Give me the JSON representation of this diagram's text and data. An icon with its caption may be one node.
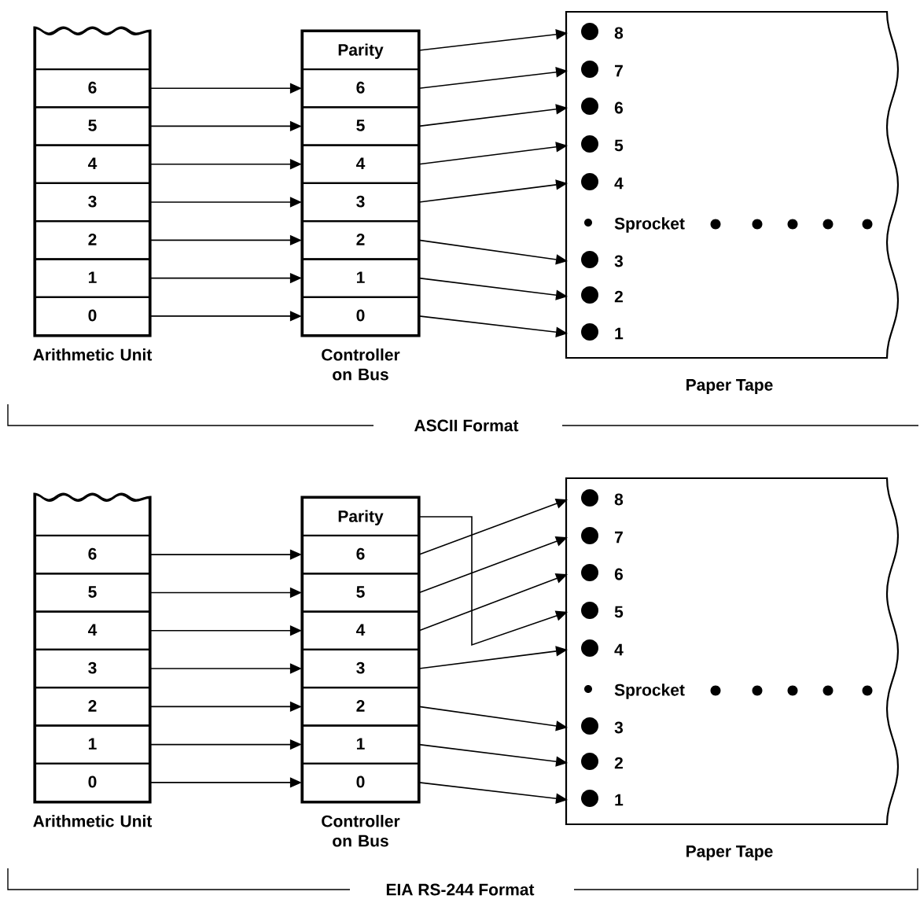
{
  "diagram": {
    "nodes": [
      {
        "text": [
          "Arithmetic Unit"
        ]
      },
      {
        "text": [],
        "shape": "box",
        "in": 0
      },
      {
        "text": [
          "6"
        ],
        "in": 0
      },
      {
        "text": [
          "5"
        ],
        "in": 0
      },
      {
        "text": [
          "4"
        ],
        "in": 0
      },
      {
        "text": [
          "3"
        ],
        "in": 0
      },
      {
        "text": [
          "2"
        ],
        "in": 0
      },
      {
        "text": [
          "1"
        ],
        "in": 0
      },
      {
        "text": [
          "0"
        ],
        "in": 0
      },
      {
        "text": [
          "Controller on Bus"
        ]
      },
      {
        "text": [
          "Parity"
        ],
        "in": 9
      },
      {
        "text": [
          "6"
        ],
        "in": 9
      },
      {
        "text": [
          "5"
        ],
        "in": 9
      },
      {
        "text": [
          "4"
        ],
        "in": 9
      },
      {
        "text": [
          "3"
        ],
        "in": 9
      },
      {
        "text": [
          "2"
        ],
        "in": 9
      },
      {
        "text": [
          "1"
        ],
        "in": 9
      },
      {
        "text": [
          "0"
        ],
        "in": 9
      },
      {
        "text": [
          "Paper Tape"
        ]
      },
      {
        "text": [
          "8"
        ],
        "in": 18
      },
      {
        "text": [
          "7"
        ],
        "in": 18
      },
      {
        "text": [
          "6"
        ],
        "in": 18
      },
      {
        "text": [
          "5"
        ],
        "in": 18
      },
      {
        "text": [
          "4"
        ],
        "in": 18
      },
      {
        "text": [
          "Sprocket"
        ],
        "in": 18
      },
      {
        "text": [
          "3"
        ],
        "in": 18
      },
      {
        "text": [
          "2"
        ],
        "in": 18
      },
      {
        "text": [
          "1"
        ],
        "in": 18
      },
      {
        "text": [
          "Arithmetic Unit"
        ]
      },
      {
        "text": [],
        "shape": "box",
        "in": 28
      },
      {
        "text": [
          "6"
        ],
        "in": 28
      },
      {
        "text": [
          "5"
        ],
        "in": 28
      },
      {
        "text": [
          "4"
        ],
        "in": 28
      },
      {
        "text": [
          "3"
        ],
        "in": 28
      },
      {
        "text": [
          "2"
        ],
        "in": 28
      },
      {
        "text": [
          "1"
        ],
        "in": 28
      },
      {
        "text": [
          "0"
        ],
        "in": 28
      },
      {
        "text": [
          "Controller on Bus"
        ]
      },
      {
        "text": [
          "Parity"
        ],
        "in": 37
      },
      {
        "text": [
          "6"
        ],
        "in": 37
      },
      {
        "text": [
          "5"
        ],
        "in": 37
      },
      {
        "text": [
          "4"
        ],
        "in": 37
      },
      {
        "text": [
          "3"
        ],
        "in": 37
      },
      {
        "text": [
          "2"
        ],
        "in": 37
      },
      {
        "text": [
          "1"
        ],
        "in": 37
      },
      {
        "text": [
          "0"
        ],
        "in": 37
      },
      {
        "text": [
          "Paper Tape"
        ]
      },
      {
        "text": [
          "8"
        ],
        "in": 46
      },
      {
        "text": [
          "7"
        ],
        "in": 46
      },
      {
        "text": [
          "6"
        ],
        "in": 46
      },
      {
        "text": [
          "5"
        ],
        "in": 46
      },
      {
        "text": [
          "4"
        ],
        "in": 46
      },
      {
        "text": [
          "Sprocket"
        ],
        "in": 46
      },
      {
        "text": [
          "3"
        ],
        "in": 46
      },
      {
        "text": [
          "2"
        ],
        "in": 46
      },
      {
        "text": [
          "1"
        ],
        "in": 46
      }
    ],
    "edges": [
      {
        "from": 2,
        "to": 11,
        "arrow": "to"
      },
      {
        "from": 3,
        "to": 12,
        "arrow": "to"
      },
      {
        "from": 4,
        "to": 13,
        "arrow": "to"
      },
      {
        "from": 5,
        "to": 14,
        "arrow": "to"
      },
      {
        "from": 6,
        "to": 15,
        "arrow": "to"
      },
      {
        "from": 7,
        "to": 16,
        "arrow": "to"
      },
      {
        "from": 8,
        "to": 17,
        "arrow": "to"
      },
      {
        "from": 10,
        "to": 19,
        "arrow": "to"
      },
      {
        "from": 11,
        "to": 20,
        "arrow": "to"
      },
      {
        "from": 12,
        "to": 21,
        "arrow": "to"
      },
      {
        "from": 13,
        "to": 22,
        "arrow": "to"
      },
      {
        "from": 14,
        "to": 23,
        "arrow": "to"
      },
      {
        "from": 15,
        "to": 25,
        "arrow": "to"
      },
      {
        "from": 16,
        "to": 26,
        "arrow": "to"
      },
      {
        "from": 17,
        "to": 27,
        "arrow": "to"
      },
      {
        "from": 30,
        "to": 39,
        "arrow": "to"
      },
      {
        "from": 31,
        "to": 40,
        "arrow": "to"
      },
      {
        "from": 32,
        "to": 41,
        "arrow": "to"
      },
      {
        "from": 33,
        "to": 42,
        "arrow": "to"
      },
      {
        "from": 34,
        "to": 43,
        "arrow": "to"
      },
      {
        "from": 35,
        "to": 44,
        "arrow": "to"
      },
      {
        "from": 36,
        "to": 45,
        "arrow": "to"
      },
      {
        "from": 38,
        "to": 50,
        "arrow": "to"
      },
      {
        "from": 39,
        "to": 47,
        "arrow": "to"
      },
      {
        "from": 40,
        "to": 48,
        "arrow": "to"
      },
      {
        "from": 41,
        "to": 49,
        "arrow": "to"
      },
      {
        "from": 42,
        "to": 51,
        "arrow": "to"
      },
      {
        "from": 43,
        "to": 53,
        "arrow": "to"
      },
      {
        "from": 44,
        "to": 54,
        "arrow": "to"
      },
      {
        "from": 45,
        "to": 55,
        "arrow": "to"
      }
    ],
    "labels": [
      "ASCII Format",
      "EIA RS-244 Format"
    ]
  }
}
